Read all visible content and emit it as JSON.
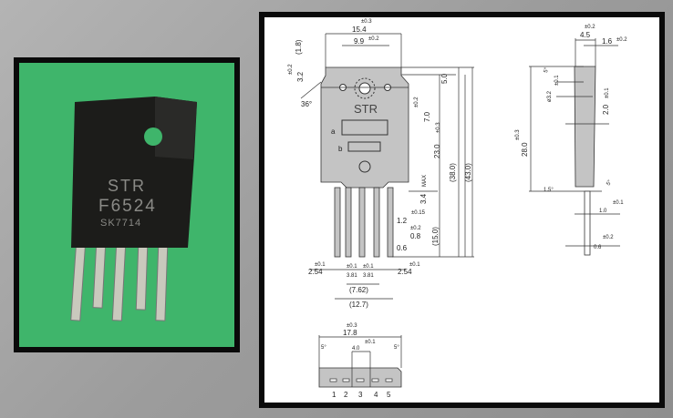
{
  "photo": {
    "marking_line1": "STR",
    "marking_line2": "F6524",
    "marking_line3": "SK7714",
    "background_color": "#3fb56b"
  },
  "drawing": {
    "front_view": {
      "body_marking": "STR",
      "label_a": "a",
      "label_b": "b",
      "dims": {
        "width_total": "15.4",
        "width_total_tol": "±0.3",
        "tab_width": "9.9",
        "tab_width_tol": "±0.2",
        "tab_top": "(1.8)",
        "tab_height": "3.2",
        "tab_height_tol": "±0.2",
        "chamfer_angle": "36°",
        "hole_offset": "7.0",
        "hole_offset_tol": "±0.2",
        "top_dim": "5.0",
        "body_height": "23.0",
        "body_height_tol": "±0.3",
        "dim_38": "(38.0)",
        "dim_43": "(43.0)",
        "lead_stand": "3.4",
        "lead_stand_tol": "MAX",
        "dim_15": "(15.0)",
        "lead_width": "1.2",
        "lead_width_tol": "±0.15",
        "lead_thick": "0.8",
        "lead_thick_tol": "±0.2",
        "lead_tip": "0.6",
        "pitch_left": "2.54",
        "pitch_left_tol": "±0.1",
        "pitch_mid1": "3.81",
        "pitch_mid1_tol": "±0.1",
        "pitch_mid2": "3.81",
        "pitch_mid2_tol": "±0.1",
        "pitch_right": "2.54",
        "pitch_right_tol": "±0.1",
        "span_762": "(7.62)",
        "span_127": "(12.7)"
      }
    },
    "side_view": {
      "dims": {
        "thickness": "4.5",
        "thickness_tol": "±0.2",
        "tab_thick": "1.6",
        "tab_thick_tol": "±0.2",
        "hole_dia": "ø3.2",
        "hole_dia_tol": "±0.1",
        "angle_top": "5°",
        "hole_pos": "2.0",
        "hole_pos_tol": "±0.1",
        "height": "28.0",
        "height_tol": "±0.3",
        "angle_bottom": "1.5°",
        "angle_lead": "5°",
        "lead_dim": "1.0",
        "lead_dim_tol": "±0.1",
        "lead_thick": "0.6",
        "lead_thick_tol": "±0.2"
      }
    },
    "bottom_view": {
      "dims": {
        "width": "17.8",
        "width_tol": "±0.3",
        "inner": "4.0",
        "inner_tol": "±0.1",
        "angle_left": "5°",
        "angle_right": "5°"
      },
      "pin_numbers": [
        "1",
        "2",
        "3",
        "4",
        "5"
      ]
    }
  }
}
